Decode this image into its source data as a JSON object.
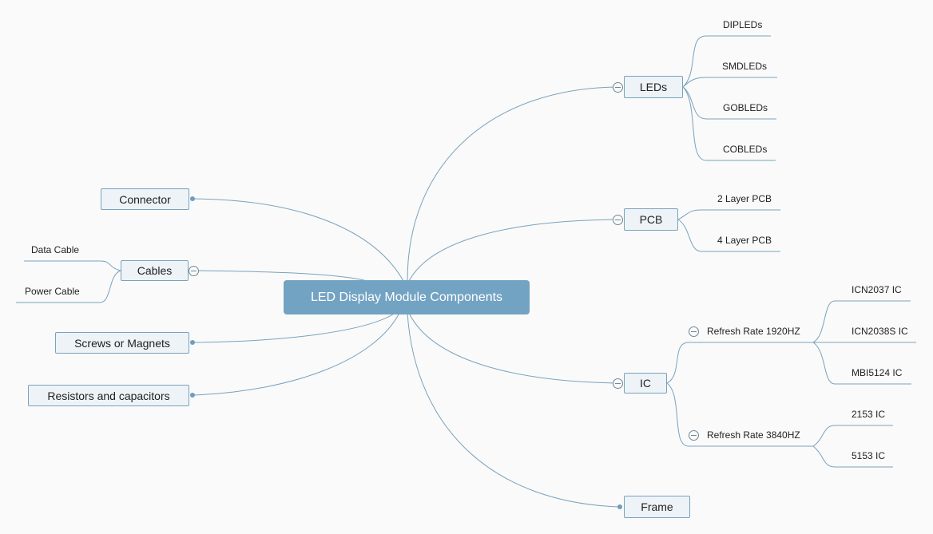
{
  "root": {
    "label": "LED Display Module Components"
  },
  "colors": {
    "root_fill": "#73a3c3",
    "node_fill": "#edf3f7",
    "node_border": "#7aa2bd",
    "line": "#7aa2bd"
  },
  "left_branches": {
    "connector": {
      "label": "Connector"
    },
    "cables": {
      "label": "Cables",
      "children": [
        "Data Cable",
        "Power Cable"
      ]
    },
    "screws": {
      "label": "Screws or Magnets"
    },
    "resistors": {
      "label": "Resistors and capacitors"
    }
  },
  "right_branches": {
    "leds": {
      "label": "LEDs",
      "children": [
        "DIPLEDs",
        "SMDLEDs",
        "GOBLEDs",
        "COBLEDs"
      ]
    },
    "pcb": {
      "label": "PCB",
      "children": [
        "2 Layer PCB",
        "4 Layer PCB"
      ]
    },
    "ic": {
      "label": "IC",
      "groups": [
        {
          "label": "Refresh Rate 1920HZ",
          "children": [
            "ICN2037 IC",
            "ICN2038S IC",
            "MBI5124 IC"
          ]
        },
        {
          "label": "Refresh Rate 3840HZ",
          "children": [
            "2153 IC",
            "5153 IC"
          ]
        }
      ]
    },
    "frame": {
      "label": "Frame"
    }
  }
}
